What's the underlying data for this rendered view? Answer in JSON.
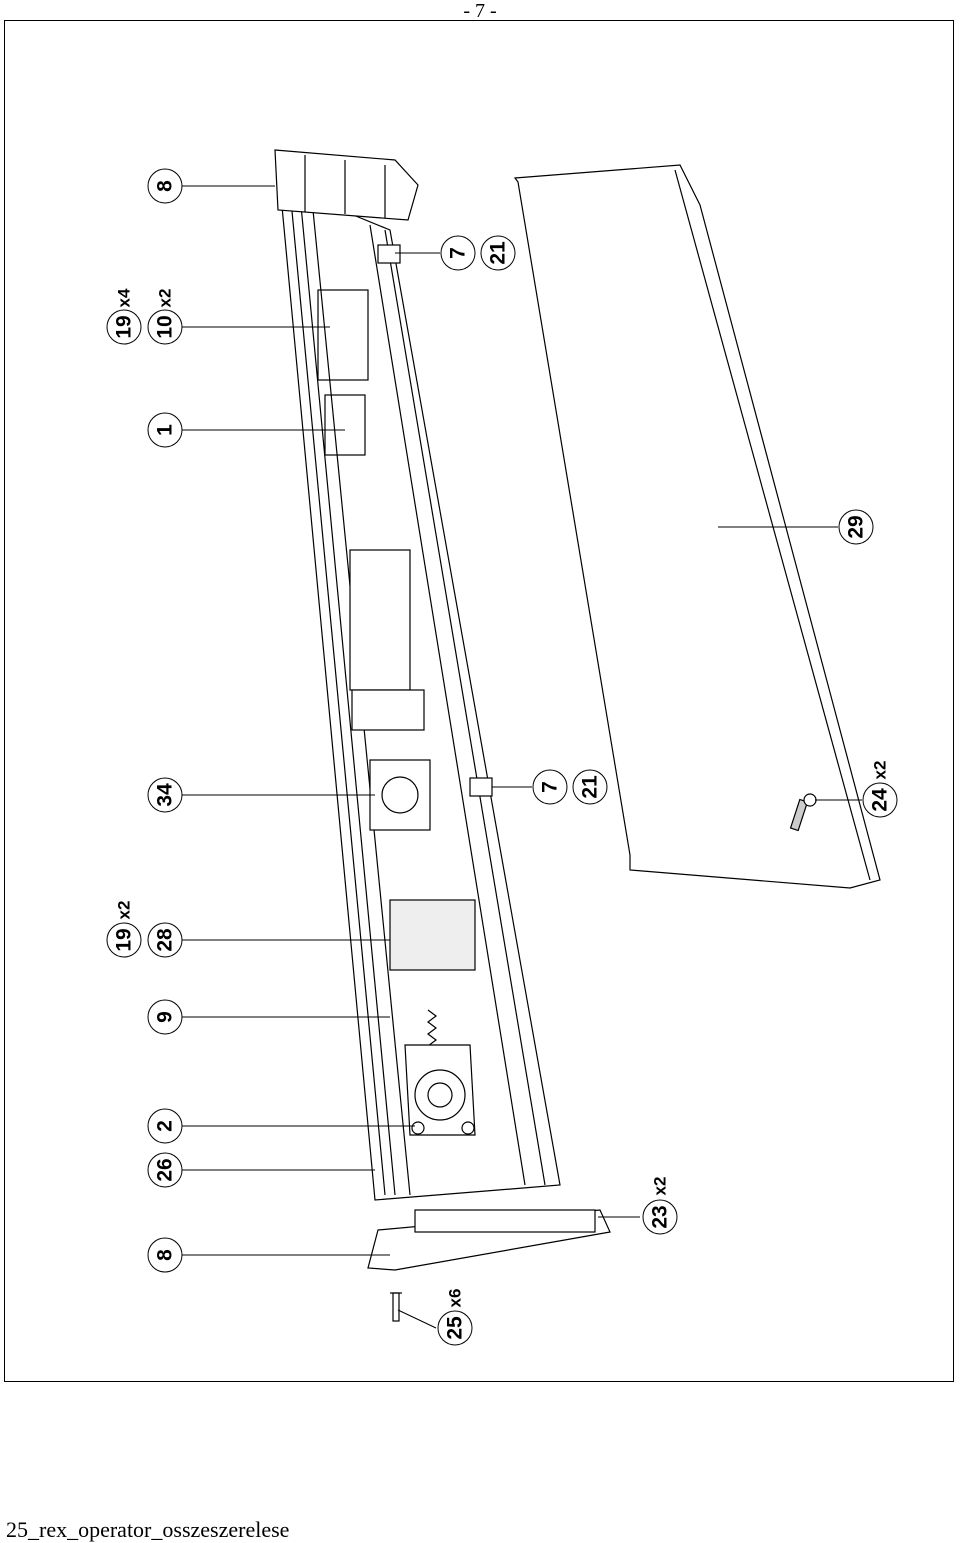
{
  "page": {
    "number": "- 7 -",
    "footer": "25_rex_operator_osszeszerelese"
  },
  "callouts": [
    {
      "id": "8a",
      "label": "8",
      "qty": ""
    },
    {
      "id": "19a",
      "label": "19",
      "qty": "x4"
    },
    {
      "id": "10",
      "label": "10",
      "qty": "x2"
    },
    {
      "id": "1",
      "label": "1",
      "qty": ""
    },
    {
      "id": "34",
      "label": "34",
      "qty": ""
    },
    {
      "id": "19b",
      "label": "19",
      "qty": "x2"
    },
    {
      "id": "28",
      "label": "28",
      "qty": ""
    },
    {
      "id": "9",
      "label": "9",
      "qty": ""
    },
    {
      "id": "2",
      "label": "2",
      "qty": ""
    },
    {
      "id": "26",
      "label": "26",
      "qty": ""
    },
    {
      "id": "8b",
      "label": "8",
      "qty": ""
    },
    {
      "id": "25",
      "label": "25",
      "qty": "x6"
    },
    {
      "id": "23",
      "label": "23",
      "qty": "x2"
    },
    {
      "id": "7a",
      "label": "7",
      "qty": ""
    },
    {
      "id": "21a",
      "label": "21",
      "qty": ""
    },
    {
      "id": "7b",
      "label": "7",
      "qty": ""
    },
    {
      "id": "21b",
      "label": "21",
      "qty": ""
    },
    {
      "id": "29",
      "label": "29",
      "qty": ""
    },
    {
      "id": "24",
      "label": "24",
      "qty": "x2"
    }
  ],
  "colors": {
    "line": "#000000",
    "paper": "#ffffff",
    "shade": "#dddddd"
  }
}
